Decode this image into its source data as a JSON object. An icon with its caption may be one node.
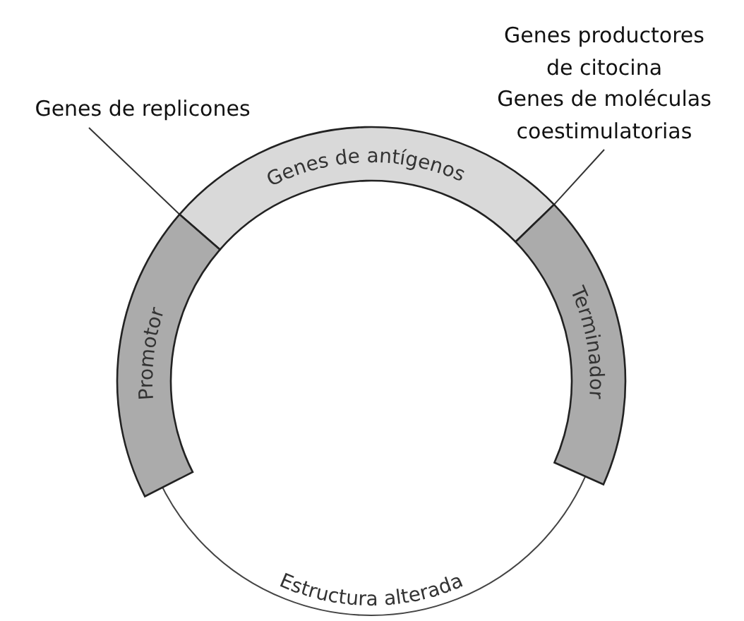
{
  "diagram": {
    "nodes": [
      {
        "text": [
          "Genes de replicones"
        ]
      },
      {
        "text": [
          "Genes productores de citocina",
          "Genes de moléculas coestimulatorias"
        ]
      },
      {
        "text": [
          "Genes de antígenos"
        ]
      },
      {
        "text": [
          "Promotor"
        ]
      },
      {
        "text": [
          "Terminador"
        ]
      },
      {
        "text": [
          "Estructura alterada"
        ]
      }
    ],
    "edges": [
      {
        "from": 0,
        "to": 3,
        "arrow": "none"
      },
      {
        "from": 1,
        "to": 4,
        "arrow": "none"
      }
    ]
  }
}
